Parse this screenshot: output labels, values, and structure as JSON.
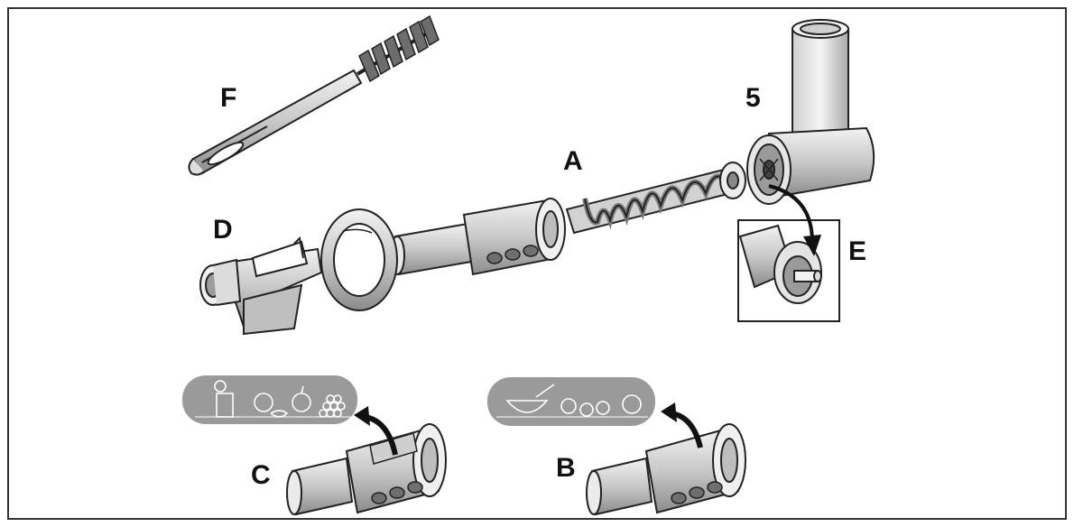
{
  "labels": {
    "F": "F",
    "five": "5",
    "A": "A",
    "D": "D",
    "E": "E",
    "C": "C",
    "B": "B"
  },
  "colors": {
    "outline": "#222222",
    "fill_light": "#dcdcdc",
    "fill_mid": "#bdbdbd",
    "fill_dark": "#8f8f8f",
    "badge": "#9a9a9a"
  }
}
